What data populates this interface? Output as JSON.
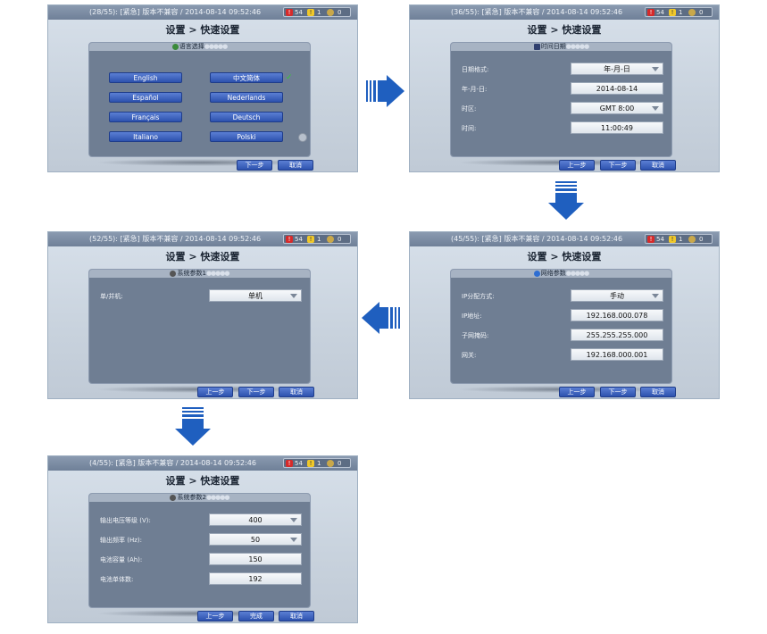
{
  "common": {
    "title": "设置 > 快速设置",
    "status_suffix": "[紧急] 版本不兼容 / 2014-08-14 09:52:46",
    "alarm_red": "54",
    "alarm_yellow": "1",
    "alarm_gray": "0",
    "btn_prev": "上一步",
    "btn_next": "下一步",
    "btn_cancel": "取消",
    "btn_finish": "完成"
  },
  "s1": {
    "status": "(28/55): [紧急] 版本不兼容 / 2014-08-14 09:52:46",
    "panel_title": "语言选择",
    "languages": [
      "English",
      "中文简体",
      "Español",
      "Nederlands",
      "Français",
      "Deutsch",
      "Italiano",
      "Polski"
    ],
    "selected_mark": "✓"
  },
  "s2": {
    "status": "(36/55): [紧急] 版本不兼容 / 2014-08-14 09:52:46",
    "panel_title": "时间日期",
    "fields": [
      {
        "label": "日期格式:",
        "value": "年-月-日",
        "dropdown": true
      },
      {
        "label": "年-月-日:",
        "value": "2014-08-14",
        "dropdown": false
      },
      {
        "label": "时区:",
        "value": "GMT 8:00",
        "dropdown": true
      },
      {
        "label": "时间:",
        "value": "11:00:49",
        "dropdown": false
      }
    ]
  },
  "s3": {
    "status": "(52/55): [紧急] 版本不兼容 / 2014-08-14 09:52:46",
    "panel_title": "系统参数1",
    "fields": [
      {
        "label": "单/并机:",
        "value": "单机",
        "dropdown": true
      }
    ]
  },
  "s4": {
    "status": "(45/55): [紧急] 版本不兼容 / 2014-08-14 09:52:46",
    "panel_title": "网络参数",
    "fields": [
      {
        "label": "IP分配方式:",
        "value": "手动",
        "dropdown": true
      },
      {
        "label": "IP地址:",
        "value": "192.168.000.078",
        "dropdown": false
      },
      {
        "label": "子网掩码:",
        "value": "255.255.255.000",
        "dropdown": false
      },
      {
        "label": "网关:",
        "value": "192.168.000.001",
        "dropdown": false
      }
    ]
  },
  "s5": {
    "status": "(4/55): [紧急] 版本不兼容 / 2014-08-14 09:52:46",
    "panel_title": "系统参数2",
    "fields": [
      {
        "label": "输出电压等级 (V):",
        "value": "400",
        "dropdown": true
      },
      {
        "label": "输出频率 (Hz):",
        "value": "50",
        "dropdown": true
      },
      {
        "label": "电池容量 (Ah):",
        "value": "150",
        "dropdown": false
      },
      {
        "label": "电池单体数:",
        "value": "192",
        "dropdown": false
      }
    ]
  },
  "colors": {
    "button_blue": "#2d52ae",
    "panel": "#6f7e93",
    "flow_arrow": "#1f5fbf"
  }
}
